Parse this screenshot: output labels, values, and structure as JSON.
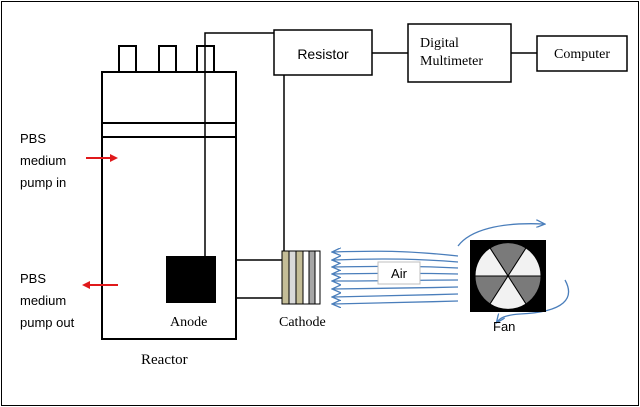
{
  "labels": {
    "resistor": "Resistor",
    "multimeter_line1": "Digital",
    "multimeter_line2": "Multimeter",
    "computer": "Computer",
    "reactor": "Reactor",
    "anode": "Anode",
    "cathode": "Cathode",
    "air": "Air",
    "fan": "Fan",
    "pump_in": [
      "PBS",
      "medium",
      "pump in"
    ],
    "pump_out": [
      "PBS",
      "medium",
      "pump out"
    ]
  },
  "colors": {
    "line": "#000000",
    "arrow_red": "#e0191b",
    "airflow_blue": "#4a7ebb",
    "fan_dark": "#7a7a7a",
    "fan_light": "#d9d9d9",
    "cathode_tan": "#c4bd97",
    "cathode_gray": "#a6a6a6"
  }
}
